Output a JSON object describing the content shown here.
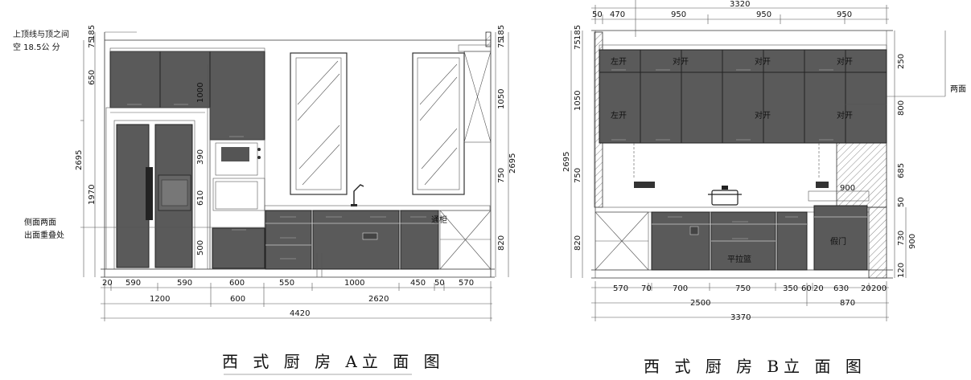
{
  "elevation_a": {
    "title": "西 式 厨 房 A立 面 图",
    "notes": {
      "ceiling_gap_line1": "上顶线与顶之间",
      "ceiling_gap_line2": "空 18.5公 分",
      "side_overlap_line1": "侧面两面",
      "side_overlap_line2": "出面重叠处",
      "corner_cabinet": "通柜"
    },
    "left_vertical_dims": [
      "75",
      "185",
      "650",
      "2695",
      "1970",
      "1000"
    ],
    "mid_vertical_dims": [
      "390",
      "610",
      "500"
    ],
    "right_vertical_dims": [
      "75",
      "185",
      "1050",
      "750",
      "820",
      "2695"
    ],
    "bottom_dims_row1": [
      "20",
      "590",
      "590",
      "600",
      "550",
      "1000",
      "450",
      "50",
      "570"
    ],
    "bottom_dims_row2": [
      "1200",
      "600",
      "2620"
    ],
    "bottom_dims_total": "4420"
  },
  "elevation_b": {
    "title": "西 式 厨 房 B立 面 图",
    "notes": {
      "two_sided": "两面",
      "pull_basket": "平拉篮",
      "false_door": "假门"
    },
    "door_labels_upper": [
      "左开",
      "对开",
      "对开",
      "对开"
    ],
    "door_labels_lower": [
      "左开",
      "对开",
      "对开"
    ],
    "top_dims_total": "3320",
    "top_dims": [
      "50",
      "470",
      "950",
      "950",
      "950"
    ],
    "left_vertical_dims": [
      "75",
      "185",
      "1050",
      "2695",
      "750",
      "820"
    ],
    "right_vertical_dims": [
      "250",
      "800",
      "685",
      "50",
      "730",
      "900",
      "120"
    ],
    "side_dim": "900",
    "bottom_dims_row1": [
      "570",
      "70",
      "700",
      "750",
      "350",
      "60",
      "20",
      "630",
      "20",
      "200"
    ],
    "bottom_dims_row2": [
      "2500",
      "870"
    ],
    "bottom_dims_total": "3370"
  }
}
